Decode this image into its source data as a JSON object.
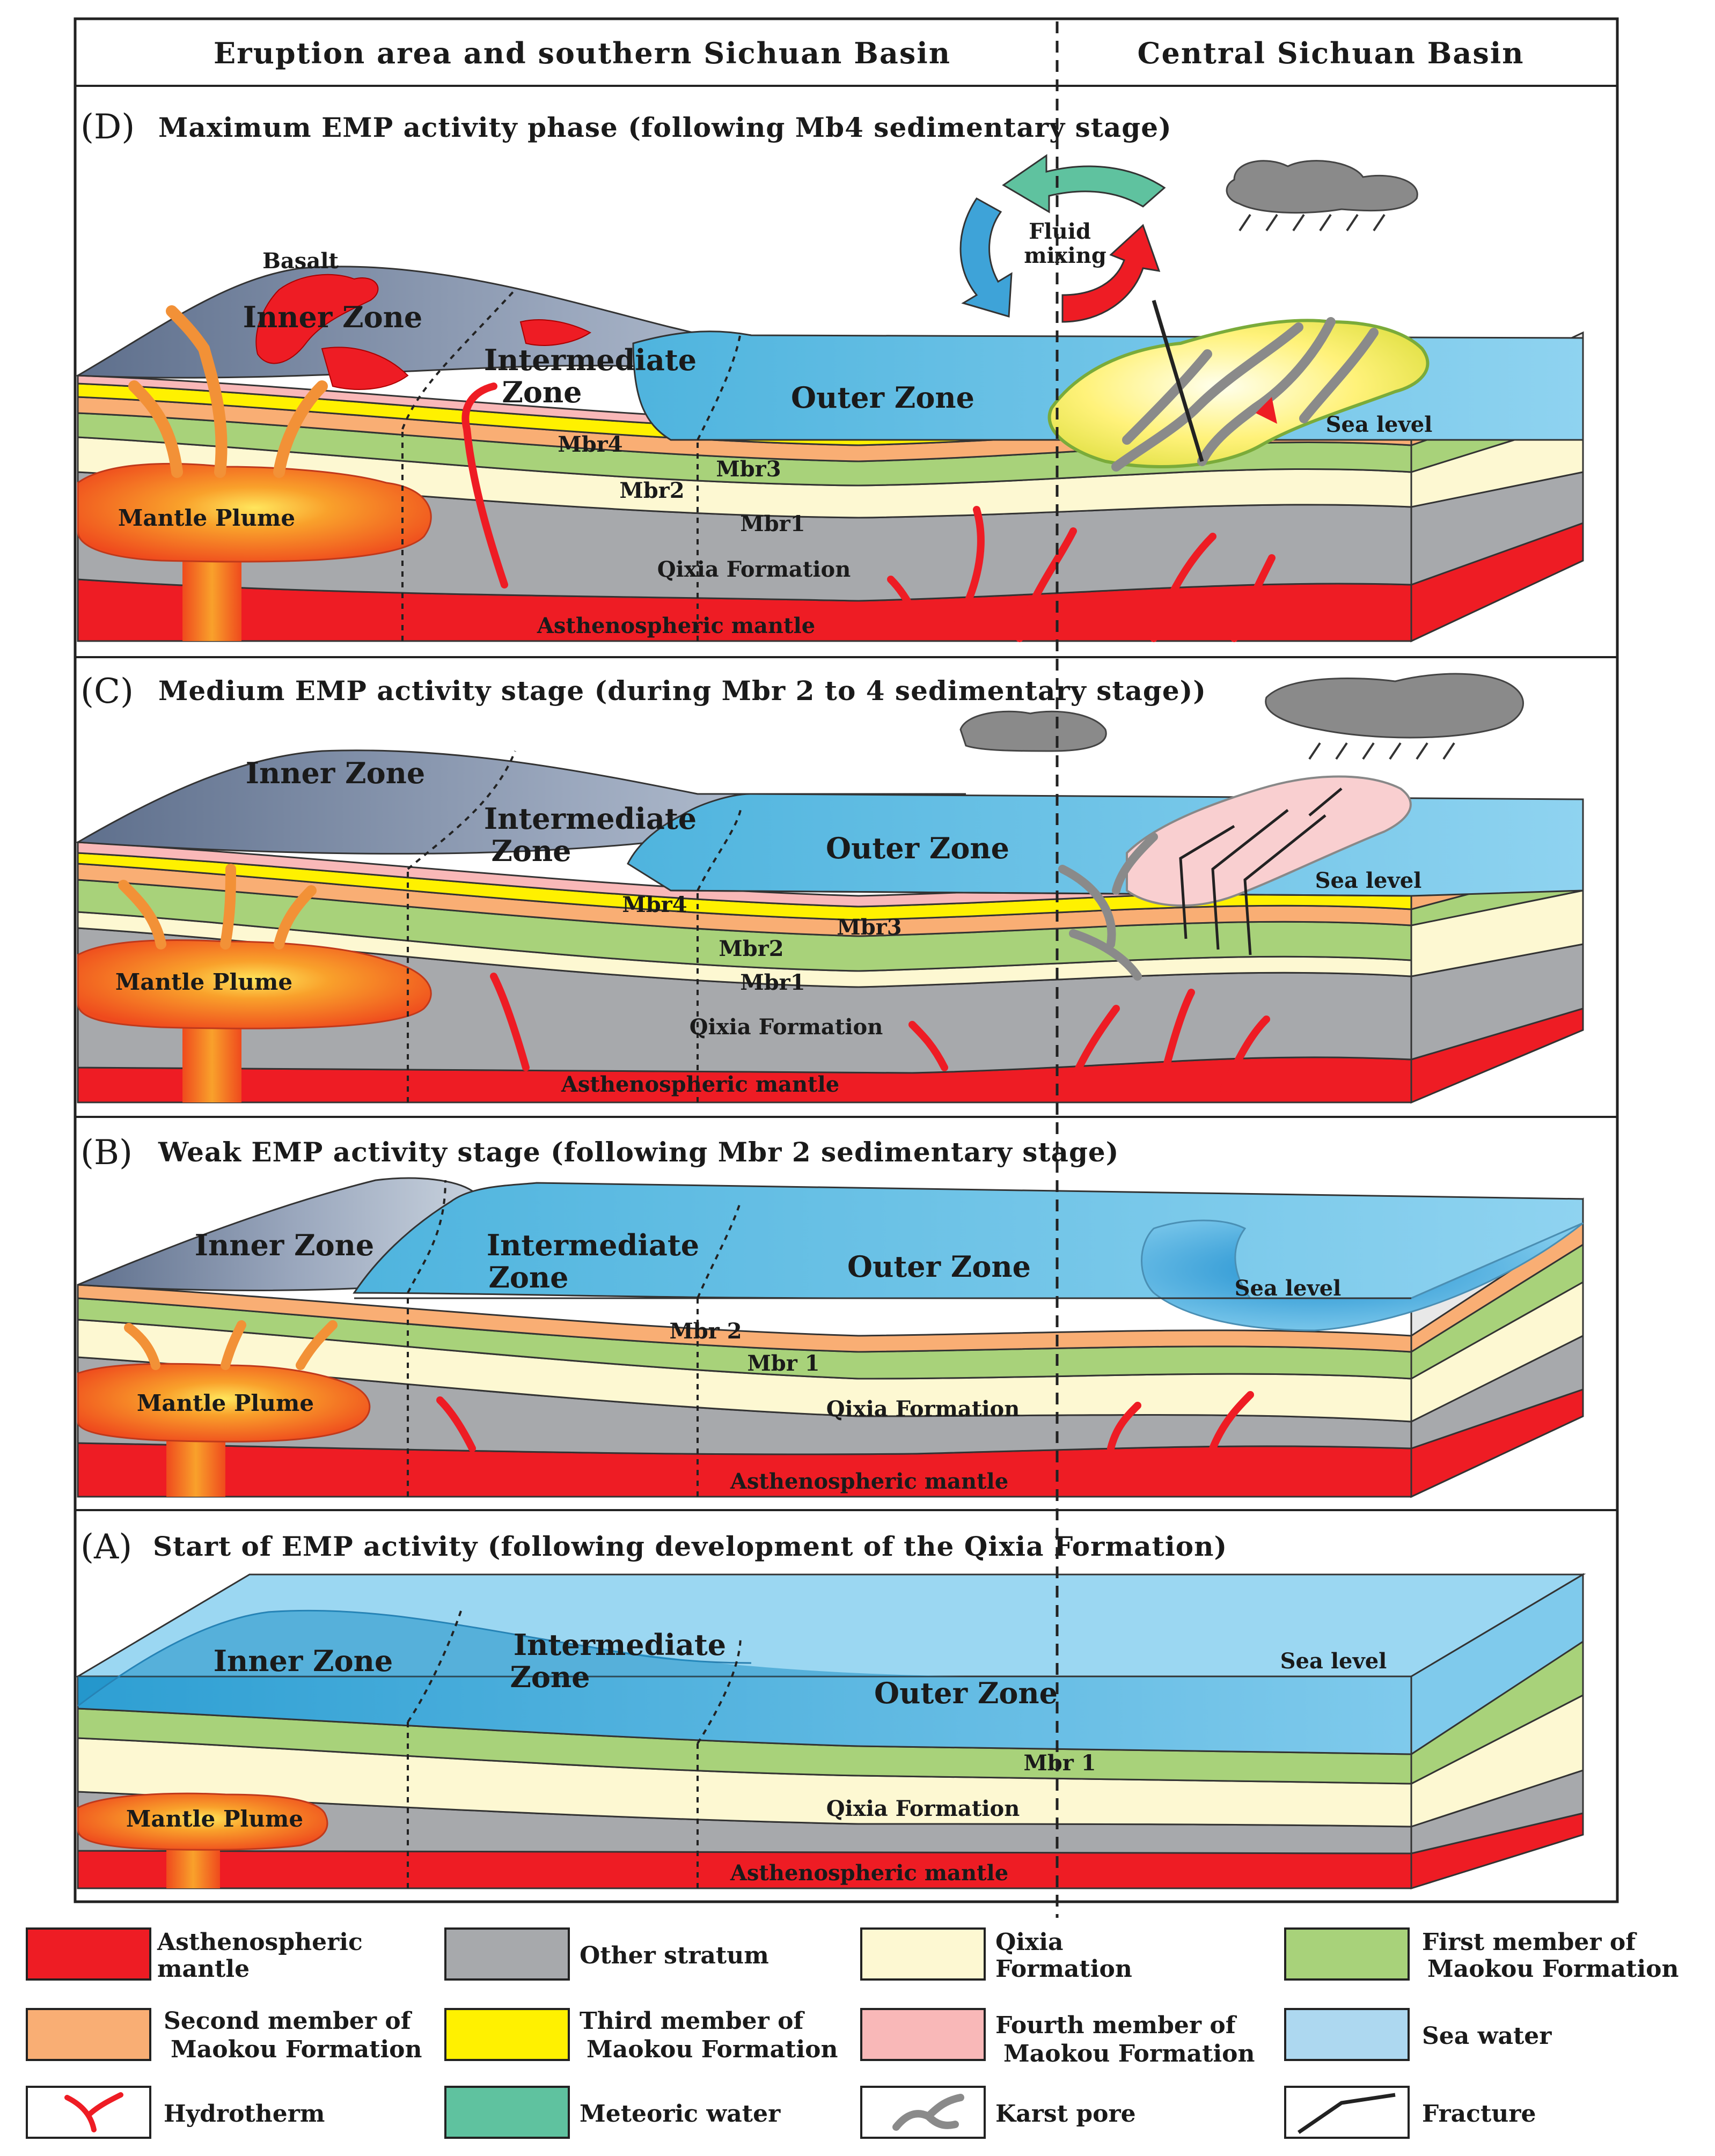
{
  "header": {
    "left": "Eruption area and southern Sichuan Basin",
    "right": "Central Sichuan Basin"
  },
  "panels": [
    {
      "id": "D",
      "letter": "(D)",
      "title": "Maximum EMP activity phase (following Mb4 sedimentary stage)",
      "zones": [
        "Inner Zone",
        "Intermediate",
        "Zone",
        "Outer Zone"
      ],
      "basalt": "Basalt",
      "fluid": [
        "Fluid",
        "mixing"
      ],
      "sea_level": "Sea level",
      "layers": [
        "Mbr4",
        "Mbr3",
        "Mbr2",
        "Mbr1",
        "Qixia Formation",
        "Asthenospheric mantle"
      ],
      "mantle_plume": "Mantle Plume"
    },
    {
      "id": "C",
      "letter": "(C)",
      "title": "Medium EMP activity stage (during Mbr 2 to 4 sedimentary stage))",
      "zones": [
        "Inner Zone",
        "Intermediate",
        "Zone",
        "Outer Zone"
      ],
      "sea_level": "Sea level",
      "layers": [
        "Mbr4",
        "Mbr3",
        "Mbr2",
        "Mbr1",
        "Qixia Formation",
        "Asthenospheric mantle"
      ],
      "mantle_plume": "Mantle Plume"
    },
    {
      "id": "B",
      "letter": "(B)",
      "title": "Weak EMP activity stage (following Mbr 2 sedimentary stage)",
      "zones": [
        "Inner Zone",
        "Intermediate",
        "Zone",
        "Outer Zone"
      ],
      "sea_level": "Sea level",
      "layers": [
        "Mbr 2",
        "Mbr 1",
        "Qixia Formation",
        "Asthenospheric mantle"
      ],
      "mantle_plume": "Mantle Plume"
    },
    {
      "id": "A",
      "letter": "(A)",
      "title": "Start of EMP activity (following development of the Qixia Formation)",
      "zones": [
        "Inner Zone",
        "Intermediate",
        "Zone",
        "Outer Zone"
      ],
      "sea_level": "Sea level",
      "layers": [
        "Mbr 1",
        "Qixia Formation",
        "Asthenospheric mantle"
      ],
      "mantle_plume": "Mantle Plume"
    }
  ],
  "legend": [
    {
      "key": "asthenospheric-mantle",
      "lines": [
        "Asthenospheric",
        "mantle"
      ],
      "color": "#ee1c24"
    },
    {
      "key": "other-stratum",
      "lines": [
        "Other stratum"
      ],
      "color": "#a7a9ac"
    },
    {
      "key": "qixia-formation",
      "lines": [
        "Qixia",
        "Formation"
      ],
      "color": "#fdf8d2"
    },
    {
      "key": "first-member",
      "lines": [
        "First member of",
        "Maokou Formation"
      ],
      "color": "#a8d27a"
    },
    {
      "key": "second-member",
      "lines": [
        "Second member of",
        "Maokou Formation"
      ],
      "color": "#f9ae74"
    },
    {
      "key": "third-member",
      "lines": [
        "Third member of",
        "Maokou Formation"
      ],
      "color": "#fff100"
    },
    {
      "key": "fourth-member",
      "lines": [
        "Fourth member of",
        "Maokou Formation"
      ],
      "color": "#f9b8b8"
    },
    {
      "key": "sea-water",
      "lines": [
        "Sea water"
      ],
      "color": "#add8f0"
    },
    {
      "key": "hydrotherm",
      "lines": [
        "Hydrotherm"
      ],
      "icon": "hydrotherm-icon"
    },
    {
      "key": "meteoric-water",
      "lines": [
        "Meteoric water"
      ],
      "color": "#5fc29f"
    },
    {
      "key": "karst-pore",
      "lines": [
        "Karst pore"
      ],
      "icon": "karst-pore-icon"
    },
    {
      "key": "fracture",
      "lines": [
        "Fracture"
      ],
      "icon": "fracture-icon"
    }
  ]
}
